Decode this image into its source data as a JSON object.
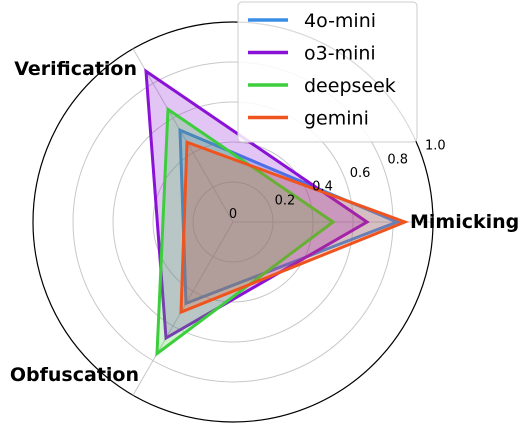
{
  "chart_data": {
    "type": "radar",
    "axes": [
      "Mimicking",
      "Verification",
      "Obfuscation"
    ],
    "rlim": [
      0,
      1.0
    ],
    "r_ticks": [
      "0",
      "0.2",
      "0.4",
      "0.6",
      "0.8",
      "1.0"
    ],
    "r_tick_values": [
      0,
      0.2,
      0.4,
      0.6,
      0.8,
      1.0
    ],
    "grid": true,
    "legend_position": "top-right",
    "series": [
      {
        "name": "4o-mini",
        "color": "#3b8ee8",
        "values": [
          0.82,
          0.53,
          0.47
        ]
      },
      {
        "name": "o3-mini",
        "color": "#8a12d6",
        "values": [
          0.67,
          0.87,
          0.67
        ]
      },
      {
        "name": "deepseek",
        "color": "#3dce3d",
        "values": [
          0.5,
          0.65,
          0.76
        ]
      },
      {
        "name": "gemini",
        "color": "#f0541e",
        "values": [
          0.86,
          0.46,
          0.52
        ]
      }
    ]
  }
}
